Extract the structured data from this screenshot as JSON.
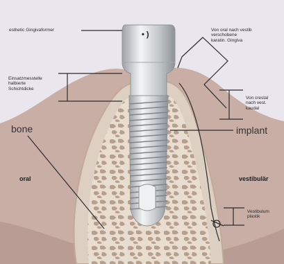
{
  "labels": {
    "esthetic": "esthetic Gingivaformer",
    "einsatz_1": "Einsatzmesstelle",
    "einsatz_2": "halbierte",
    "einsatz_3": "Schichtdicke",
    "von_oral_1": "Von oral nach vestib",
    "von_oral_2": "verschobene",
    "von_oral_3": "karatin. Gingiva",
    "von_crestal_1": "Von crestal",
    "von_crestal_2": "nach vest.",
    "von_crestal_3": "kaudal",
    "bone": "bone",
    "implant": "implant",
    "oral": "oral",
    "vestibular": "vestibulär",
    "vestibulum_1": "Vestibulum",
    "vestibulum_2": "plastik",
    "abutment_mark": "• )"
  },
  "colors": {
    "background": "#e9e6ee",
    "soft_tissue": "#c9ada5",
    "bone": "#e8dccd",
    "bone_pattern": "#b89f8c",
    "implant": "#cfd2d4",
    "line": "#2b2b2b"
  }
}
